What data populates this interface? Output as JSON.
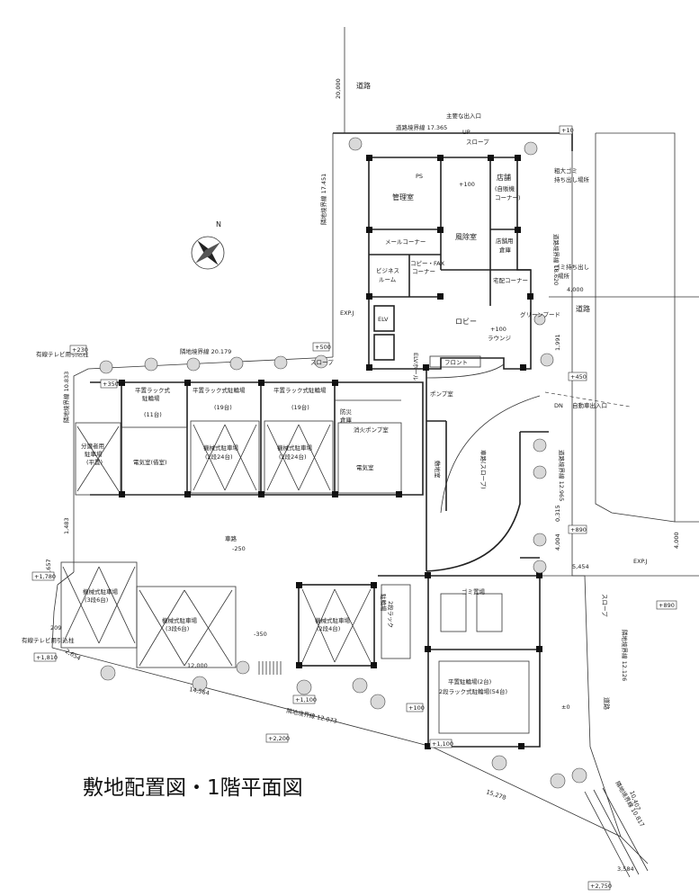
{
  "title": "敷地配置図・1階平面図",
  "compass": "N",
  "rooms": {
    "kanrishitsu": "管理室",
    "mail": "メールコーナー",
    "fuushitsu": "風除室",
    "tenpo": "店舗",
    "tenpo_sub": "(自販機",
    "tenpo_sub2": "コーナー)",
    "tenpo_souko": "店舗用",
    "tenpo_souko2": "倉庫",
    "business": "ビジネス",
    "business2": "ルーム",
    "copyfax": "コピー・FAX",
    "copyfax2": "コーナー",
    "takuhai": "宅配コーナー",
    "lobby": "ロビー",
    "lounge": "ラウンジ",
    "front": "フロント",
    "elv": "ELV",
    "elv_hall": "ELVホール",
    "pump": "ポンプ室",
    "denki_heiden": "電気室(借室)",
    "denki": "電気室",
    "bousai": "防災",
    "bousai2": "倉庫",
    "shouka_pump": "消火ポンプ室",
    "rack1": "平置ラック式",
    "rack1b": "駐輪場",
    "rack1c": "(11台)",
    "rack2": "平置ラック式駐輪場",
    "rack2b": "(19台)",
    "rack3": "平置ラック式駐輪場",
    "rack3b": "(19台)",
    "mech1": "機械式駐車場",
    "mech1b": "(2段24台)",
    "mech2": "機械式駐車場",
    "mech2b": "(2段24台)",
    "bunjou": "分譲者用",
    "bunjou2": "駐車場",
    "bunjou3": "(平置)",
    "mech3": "機械式駐車場",
    "mech3b": "(3段6台)",
    "mech4": "機械式駐車場",
    "mech4b": "(3段6台)",
    "mech5": "機械式駐車場",
    "mech5b": "(2段4台)",
    "shadou": "車路",
    "gomi": "ゴミ置場",
    "heichi_bike": "平置駐輪場(2台)",
    "heichi_bike2": "2段ラック式駐輪場(54台)",
    "rack_bike": "2段ラック",
    "bike": "駐輪場",
    "shadou_slope": "車路(スロープ)",
    "shiyaku": "敷地室"
  },
  "annotations": {
    "douro": "道路",
    "douro2": "道路",
    "douro3": "道路",
    "main_entrance": "主要な出入口",
    "car_entrance": "自動車出入口",
    "slope": "スロープ",
    "slope2": "スロープ",
    "slope3": "スロープ",
    "gomi_dashi": "粗大ゴミ",
    "gomi_dashi2": "持ち出し場所",
    "gomi_dashi3": "ゴミ持ち出し",
    "gomi_dashi4": "場所",
    "green": "グリーンプード",
    "tv_cable": "有線テレビ用引込柱",
    "tv_cable2": "有線テレビ用引込柱",
    "ps": "PS",
    "up": "UP",
    "dn": "DN",
    "expj": "EXP.J",
    "exj": "EXP.J"
  },
  "boundaries": {
    "b1": "道路境界線 17.365",
    "b2": "隣地境界線 17.451",
    "b3": "隣地境界線 20.179",
    "b4": "隣地境界線 10.833",
    "b5": "道路境界線 18.620",
    "b6": "道路境界線 12.965",
    "b7": "隣地境界線 12.126",
    "b8": "隣地境界線 12.073",
    "b9": "隣地境界線 10.817"
  },
  "dimensions": {
    "d_road_top": "20,000",
    "d_4000a": "4,000",
    "d_4000b": "4,000",
    "d_4004": "4,004",
    "d_5454": "5,454",
    "d_1483": "1,483",
    "d_8657": "8,657",
    "d_2653": "2,654",
    "d_14564": "14,564",
    "d_15278": "15,278",
    "d_3584": "3,584",
    "d_10407": "10,407",
    "d_0315": "0,315",
    "d_1991": "1,991",
    "d_209": "209",
    "d_1002": "12,000"
  },
  "levels": {
    "l_top": "+10",
    "l_100": "+100",
    "l_100b": "+100",
    "l_500": "+500",
    "l_230": "+230",
    "l_350": "+350",
    "l_350b": "-350",
    "l_250": "-250",
    "l_450": "+450",
    "l_890": "+890",
    "l_890b": "+890",
    "l_1780": "+1,780",
    "l_1810": "+1,810",
    "l_1100": "+1,100",
    "l_1100b": "+1,100",
    "l_2200": "+2,200",
    "l_1100c": "+100",
    "l_2750": "+2,750",
    "l_0a": "±0"
  }
}
